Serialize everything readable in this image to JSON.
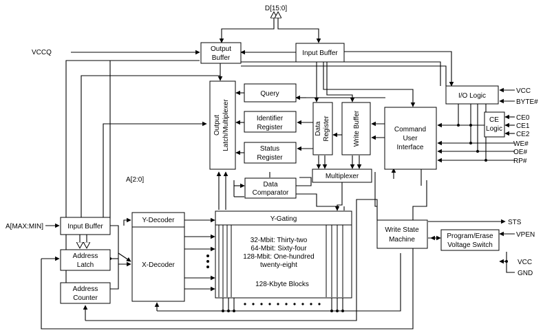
{
  "signals": {
    "d_bus": "D[15:0]",
    "vccq": "VCCQ",
    "a_max_min": "A[MAX:MIN]",
    "a20": "A[2:0]",
    "vcc_io": "VCC",
    "byte": "BYTE#",
    "ce0": "CE0",
    "ce1": "CE1",
    "ce2": "CE2",
    "we": "WE#",
    "oe": "OE#",
    "rp": "RP#",
    "sts": "STS",
    "vpen": "VPEN",
    "vcc_pwr": "VCC",
    "gnd": "GND"
  },
  "blocks": {
    "output_buffer": [
      "Output",
      "Buffer"
    ],
    "input_buffer_top": "Input Buffer",
    "io_logic": "I/O Logic",
    "query": "Query",
    "identifier_register": [
      "Identifier",
      "Register"
    ],
    "status_register": [
      "Status",
      "Register"
    ],
    "output_mux": [
      "Output",
      "Latch/Multiplexer"
    ],
    "data_register": [
      "Data",
      "Register"
    ],
    "write_buffer": "Write Buffer",
    "cui": [
      "Command",
      "User",
      "Interface"
    ],
    "ce_logic": [
      "CE",
      "Logic"
    ],
    "multiplexer": "Multiplexer",
    "data_comparator": [
      "Data",
      "Comparator"
    ],
    "input_buffer_addr": "Input Buffer",
    "address_latch": [
      "Address",
      "Latch"
    ],
    "address_counter": [
      "Address",
      "Counter"
    ],
    "y_decoder": "Y-Decoder",
    "x_decoder": "X-Decoder",
    "y_gating": "Y-Gating",
    "array_text": [
      "32-Mbit: Thirty-two",
      "64-Mbit: Sixty-four",
      "128-Mbit: One-hundred",
      "twenty-eight"
    ],
    "array_blocks": "128-Kbyte Blocks",
    "wsm": [
      "Write State",
      "Machine"
    ],
    "program_erase": [
      "Program/Erase",
      "Voltage Switch"
    ]
  }
}
